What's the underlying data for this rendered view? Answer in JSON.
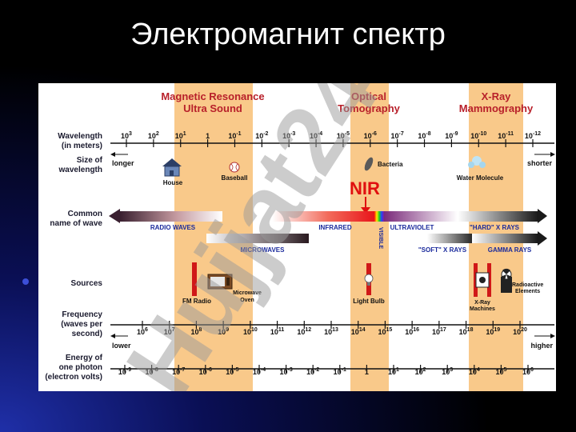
{
  "slide": {
    "title": "Электромагнит спектр"
  },
  "bands": [
    {
      "label_line1": "Magnetic Resonance",
      "label_line2": "Ultra Sound"
    },
    {
      "label_line1": "Optical",
      "label_line2": "Tomography"
    },
    {
      "label_line1": "X-Ray",
      "label_line2": "Mammography"
    }
  ],
  "rows": {
    "wavelength": "Wavelength",
    "wavelength_unit": "(in meters)",
    "size_1": "Size of",
    "size_2": "wavelength",
    "common_1": "Common",
    "common_2": "name of wave",
    "sources": "Sources",
    "freq_1": "Frequency",
    "freq_2": "(waves per",
    "freq_3": "second)",
    "energy_1": "Energy of",
    "energy_2": "one photon",
    "energy_3": "(electron volts)"
  },
  "wavelength_scale": [
    {
      "b": "10",
      "e": "3"
    },
    {
      "b": "10",
      "e": "2"
    },
    {
      "b": "10",
      "e": "1"
    },
    {
      "b": "1",
      "e": ""
    },
    {
      "b": "10",
      "e": "-1"
    },
    {
      "b": "10",
      "e": "-2"
    },
    {
      "b": "10",
      "e": "-3"
    },
    {
      "b": "10",
      "e": "-4"
    },
    {
      "b": "10",
      "e": "-5"
    },
    {
      "b": "10",
      "e": "-6"
    },
    {
      "b": "10",
      "e": "-7"
    },
    {
      "b": "10",
      "e": "-8"
    },
    {
      "b": "10",
      "e": "-9"
    },
    {
      "b": "10",
      "e": "-10"
    },
    {
      "b": "10",
      "e": "-11"
    },
    {
      "b": "10",
      "e": "-12"
    }
  ],
  "frequency_scale": [
    {
      "b": "10",
      "e": "6"
    },
    {
      "b": "10",
      "e": "7"
    },
    {
      "b": "10",
      "e": "8"
    },
    {
      "b": "10",
      "e": "9"
    },
    {
      "b": "10",
      "e": "10"
    },
    {
      "b": "10",
      "e": "11"
    },
    {
      "b": "10",
      "e": "12"
    },
    {
      "b": "10",
      "e": "13"
    },
    {
      "b": "10",
      "e": "14"
    },
    {
      "b": "10",
      "e": "15"
    },
    {
      "b": "10",
      "e": "16"
    },
    {
      "b": "10",
      "e": "17"
    },
    {
      "b": "10",
      "e": "18"
    },
    {
      "b": "10",
      "e": "19"
    },
    {
      "b": "10",
      "e": "20"
    }
  ],
  "energy_scale": [
    {
      "b": "10",
      "e": "-9"
    },
    {
      "b": "10",
      "e": "-8"
    },
    {
      "b": "10",
      "e": "-7"
    },
    {
      "b": "10",
      "e": "-6"
    },
    {
      "b": "10",
      "e": "-5"
    },
    {
      "b": "10",
      "e": "-4"
    },
    {
      "b": "10",
      "e": "-3"
    },
    {
      "b": "10",
      "e": "-2"
    },
    {
      "b": "10",
      "e": "-1"
    },
    {
      "b": "1",
      "e": ""
    },
    {
      "b": "10",
      "e": "1"
    },
    {
      "b": "10",
      "e": "2"
    },
    {
      "b": "10",
      "e": "3"
    },
    {
      "b": "10",
      "e": "4"
    },
    {
      "b": "10",
      "e": "5"
    },
    {
      "b": "10",
      "e": "6"
    }
  ],
  "labels": {
    "longer": "longer",
    "shorter": "shorter",
    "lower": "lower",
    "higher": "higher",
    "house": "House",
    "baseball": "Baseball",
    "bacteria": "Bacteria",
    "water_molecule": "Water Molecule",
    "nir": "NIR",
    "radio_waves": "RADIO WAVES",
    "infrared": "INFRARED",
    "visible": "VISIBLE",
    "ultraviolet": "ULTRAVIOLET",
    "hard_xrays": "\"HARD\" X RAYS",
    "microwaves": "MICROWAVES",
    "soft_xrays": "\"SOFT\" X RAYS",
    "gamma_rays": "GAMMA RAYS",
    "fm_radio": "FM Radio",
    "microwave_1": "Microwave",
    "microwave_2": "Oven",
    "light_bulb": "Light Bulb",
    "xray_1": "X-Ray",
    "xray_2": "Machines",
    "radio_1": "Radioactive",
    "radio_2": "Elements"
  },
  "watermark": "Hujjat24",
  "colors": {
    "band": "#f9c98a",
    "title": "#ffffff",
    "band_label": "#b8202a",
    "wave_label": "#1a2a9c",
    "nir": "#e01010"
  }
}
